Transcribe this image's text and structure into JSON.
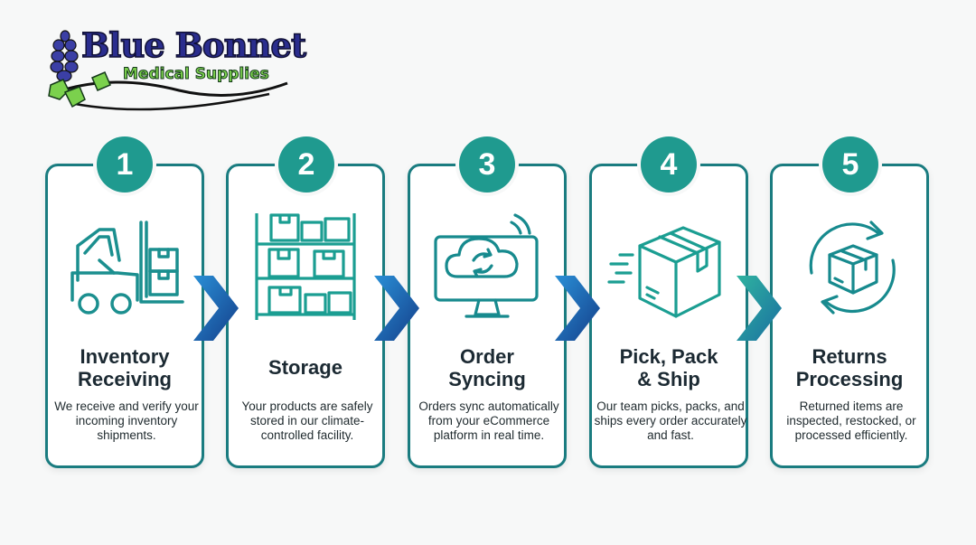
{
  "logo": {
    "title": "Blue Bonnet",
    "subtitle": "Medical Supplies"
  },
  "steps": [
    {
      "number": "1",
      "title_line1": "Inventory",
      "title_line2": "Receiving",
      "description": "We receive and verify your incoming inventory shipments.",
      "icon": "forklift-icon"
    },
    {
      "number": "2",
      "title_line1": "Storage",
      "title_line2": "",
      "description": "Your products are safely stored in our climate-controlled facility.",
      "icon": "storage-shelves-icon"
    },
    {
      "number": "3",
      "title_line1": "Order",
      "title_line2": "Syncing",
      "description": "Orders sync automatically from your eCommerce platform in real time.",
      "icon": "cloud-sync-monitor-icon"
    },
    {
      "number": "4",
      "title_line1": "Pick, Pack",
      "title_line2": "& Ship",
      "description": "Our team picks, packs, and ships every order accurately and fast.",
      "icon": "shipping-box-icon"
    },
    {
      "number": "5",
      "title_line1": "Returns",
      "title_line2": "Processing",
      "description": "Returned items are inspected, restocked, or processed efficiently.",
      "icon": "return-box-icon"
    }
  ],
  "colors": {
    "teal": "#1f9a8f",
    "card_border": "#1a7c80",
    "arrow_blue": "#1d6fc0",
    "logo_blue": "#2a2d8e",
    "logo_green": "#7bd14d"
  }
}
